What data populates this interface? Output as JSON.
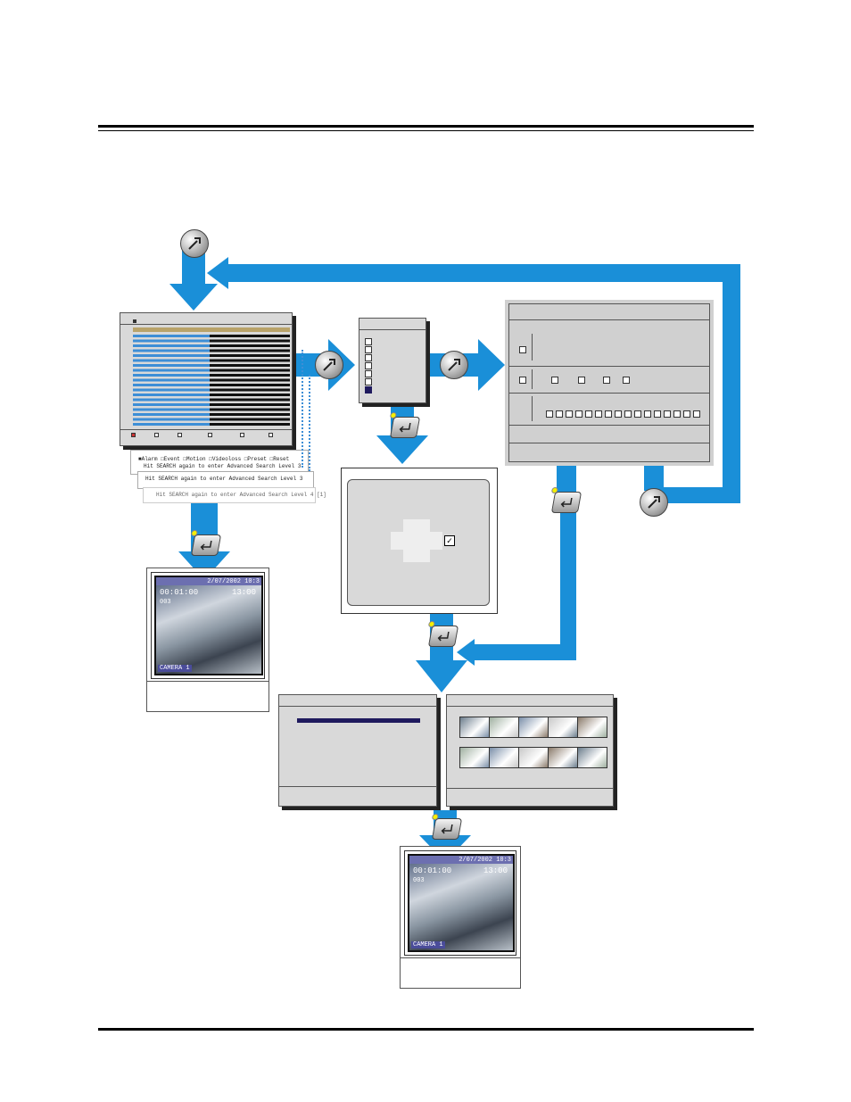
{
  "colors": {
    "arrow": "#1a8fd8",
    "panel": "#d9d9d9",
    "selection": "#1f1a5e",
    "list_blue": "#3d8ed6",
    "list_dark": "#111111",
    "list_gold": "#b9a36a"
  },
  "icons": {
    "menu_button": "remote-menu-icon",
    "enter_button": "remote-enter-icon",
    "checkbox_checked": "checkmark-icon"
  },
  "event_list_panel": {
    "legend_line_1": "■Alarm  □Event  □Motion  □Videoloss  □Preset  □Reset",
    "legend_line_2": "Hit SEARCH again to enter Advanced Search     Level 3",
    "legend_line_3": "Hit SEARCH again to enter Advanced Search     Level 4 [1]"
  },
  "camera_screen": {
    "date": "2/07/2002 10:3",
    "time_left": "00:01:00",
    "time_right": "13:00",
    "label": "CAMERA 1",
    "ids": "003"
  }
}
